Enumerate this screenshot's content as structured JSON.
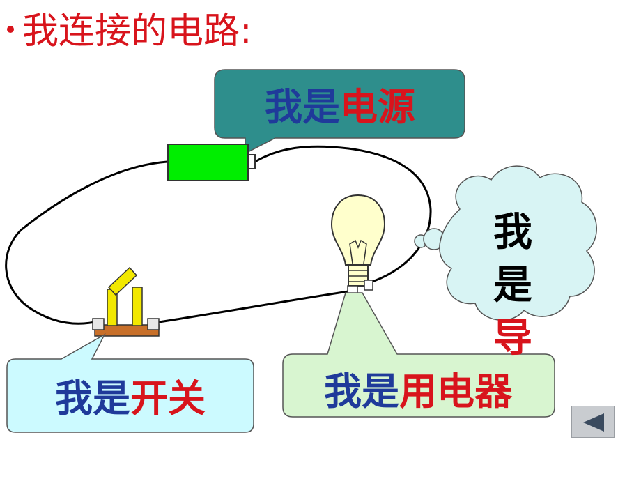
{
  "title": "我连接的电路:",
  "callouts": {
    "source": {
      "prefix": "我是",
      "name": "电源"
    },
    "switch": {
      "prefix": "我是",
      "name": "开关"
    },
    "appliance": {
      "prefix": "我是",
      "name": "用电器"
    },
    "wire": {
      "line1": "我",
      "line2": "是",
      "line3": "导"
    }
  },
  "colors": {
    "title": "#d8141c",
    "prefix": "#1f3a9a",
    "name": "#d8141c",
    "source_bubble": "#2e8e8c",
    "switch_bubble": "#ccfaff",
    "appliance_bubble": "#d8f5d0",
    "cloud": "#d8f4f4",
    "battery": "#00ee00",
    "bulb": "#ffffcc",
    "switch_base": "#c8702a",
    "switch_blades": "#f2e800"
  },
  "icons": {
    "nav": "back-triangle-icon"
  }
}
